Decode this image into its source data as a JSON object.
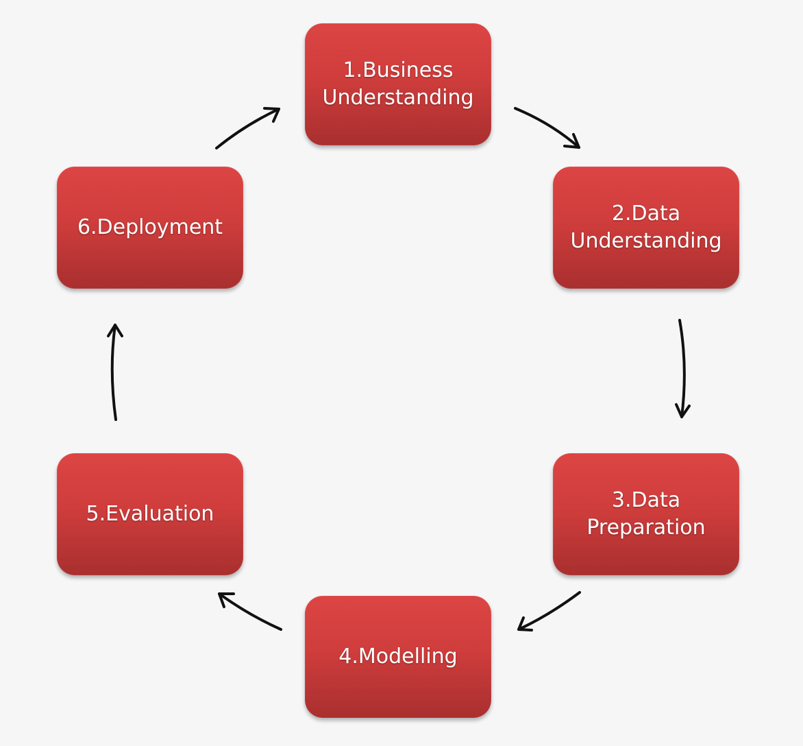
{
  "diagram": {
    "steps": [
      {
        "label": "1.Business\nUnderstanding"
      },
      {
        "label": "2.Data\nUnderstanding"
      },
      {
        "label": "3.Data\nPreparation"
      },
      {
        "label": "4.Modelling"
      },
      {
        "label": "5.Evaluation"
      },
      {
        "label": "6.Deployment"
      }
    ],
    "colors": {
      "box_top": "#dc4544",
      "box_bottom": "#a92f2f",
      "text": "#ffffff",
      "arrow": "#111111",
      "background": "#f6f6f7"
    }
  }
}
